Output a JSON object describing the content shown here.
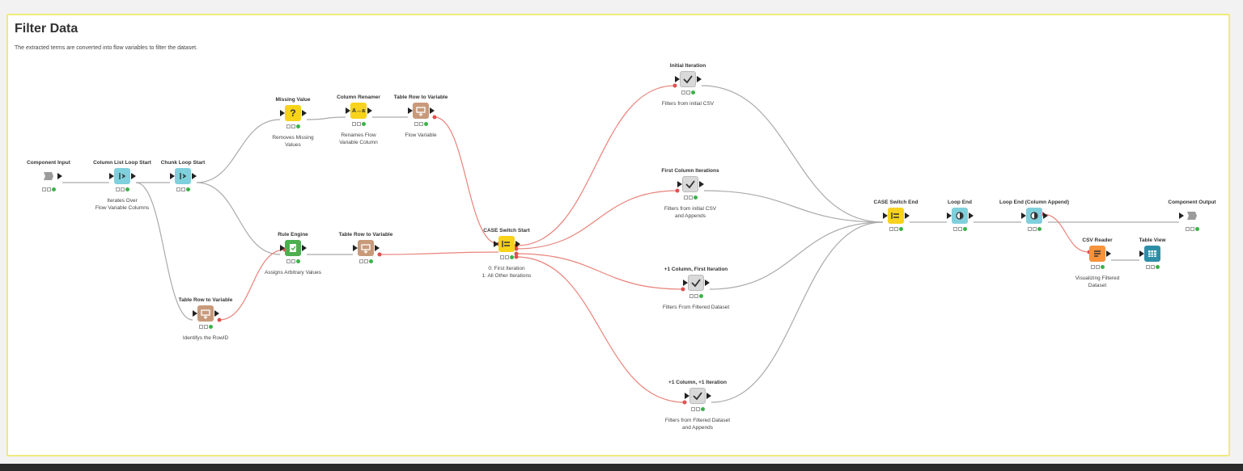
{
  "workflow": {
    "title": "Filter Data",
    "description": "The extracted terms are converted into flow variables to filter the dataset."
  },
  "colors": {
    "data_edge": "#aaaaaa",
    "variable_edge": "#e8837a",
    "frame_border": "#f0ea7c"
  },
  "nodes": [
    {
      "id": "component-input",
      "title": "Component Input",
      "desc": [],
      "icon": "component-input-icon",
      "color": "#9b9b9b"
    },
    {
      "id": "column-list-loop-start",
      "title": "Column List Loop Start",
      "desc": [
        "Iterates Over",
        "Flow Variable Columns"
      ],
      "icon": "loop-start-icon",
      "color": "#7fd0dc"
    },
    {
      "id": "chunk-loop-start",
      "title": "Chunk Loop Start",
      "desc": [],
      "icon": "loop-start-icon",
      "color": "#7fd0dc"
    },
    {
      "id": "missing-value",
      "title": "Missing Value",
      "desc": [
        "Removes Missing",
        "Values"
      ],
      "icon": "question-icon",
      "color": "#f7d31a"
    },
    {
      "id": "column-renamer",
      "title": "Column Renamer",
      "desc": [
        "Renames Flow",
        "Variable Column"
      ],
      "icon": "rename-icon",
      "color": "#f7d31a"
    },
    {
      "id": "table-row-to-variable-1",
      "title": "Table Row to Variable",
      "desc": [
        "Flow Variable"
      ],
      "icon": "row-to-variable-icon",
      "color": "#c89a7a"
    },
    {
      "id": "rule-engine",
      "title": "Rule Engine",
      "desc": [
        "Assigns Arbitrary Values"
      ],
      "icon": "rule-engine-icon",
      "color": "#4caf50"
    },
    {
      "id": "table-row-to-variable-2",
      "title": "Table Row to Variable",
      "desc": [],
      "icon": "row-to-variable-icon",
      "color": "#c89a7a"
    },
    {
      "id": "table-row-to-variable-3",
      "title": "Table Row to Variable",
      "desc": [
        "Identifys the RowID"
      ],
      "icon": "row-to-variable-icon",
      "color": "#c89a7a"
    },
    {
      "id": "case-switch-start",
      "title": "CASE Switch Start",
      "desc": [
        "0: First Iteration",
        "1: All Other Iterations"
      ],
      "icon": "switch-icon",
      "color": "#f7d31a"
    },
    {
      "id": "initial-iteration",
      "title": "Initial Iteration",
      "desc": [
        "Filters from initial CSV"
      ],
      "icon": "check-icon",
      "color": "#d9d9d9"
    },
    {
      "id": "first-column-iterations",
      "title": "First Column Iterations",
      "desc": [
        "Filters from initial CSV",
        "and Appends"
      ],
      "icon": "check-icon",
      "color": "#d9d9d9"
    },
    {
      "id": "plus1-column-first-iteration",
      "title": "+1 Column, First Iteration",
      "desc": [
        "Filters From Filtered Dataset"
      ],
      "icon": "check-icon",
      "color": "#d9d9d9"
    },
    {
      "id": "plus1-column-plus1-iteration",
      "title": "+1 Column, +1 Iteration",
      "desc": [
        "Filters from Filtered Dataset",
        "and Appends"
      ],
      "icon": "check-icon",
      "color": "#d9d9d9"
    },
    {
      "id": "case-switch-end",
      "title": "CASE Switch End",
      "desc": [],
      "icon": "switch-icon",
      "color": "#f7d31a"
    },
    {
      "id": "loop-end",
      "title": "Loop End",
      "desc": [],
      "icon": "loop-end-icon",
      "color": "#7fd0dc"
    },
    {
      "id": "loop-end-column-append",
      "title": "Loop End (Column Append)",
      "desc": [],
      "icon": "loop-end-icon",
      "color": "#7fd0dc"
    },
    {
      "id": "component-output",
      "title": "Component Output",
      "desc": [],
      "icon": "component-output-icon",
      "color": "#9b9b9b"
    },
    {
      "id": "csv-reader",
      "title": "CSV Reader",
      "desc": [
        "Visualizing Filtered",
        "Dataset"
      ],
      "icon": "csv-reader-icon",
      "color": "#f7933a"
    },
    {
      "id": "table-view",
      "title": "Table View",
      "desc": [],
      "icon": "table-view-icon",
      "color": "#2e8fa8"
    }
  ]
}
